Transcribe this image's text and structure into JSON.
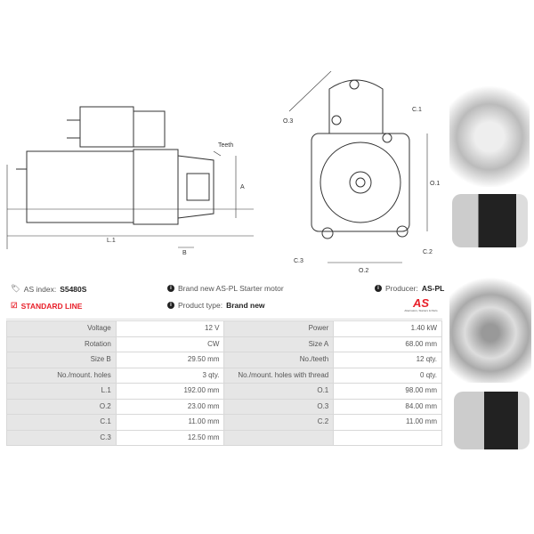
{
  "diagram_labels": {
    "l1": "L.1",
    "a": "A",
    "b": "B",
    "teeth": "Teeth",
    "o1": "O.1",
    "o2": "O.2",
    "o3": "O.3",
    "c1": "C.1",
    "c2": "C.2",
    "c3": "C.3"
  },
  "info": {
    "as_index_label": "AS index:",
    "as_index": "S5480S",
    "line": "STANDARD LINE",
    "description": "Brand new AS-PL Starter motor",
    "product_type_label": "Product type:",
    "product_type": "Brand new",
    "producer_label": "Producer:",
    "producer": "AS-PL",
    "logo_text": "AS",
    "logo_tagline": "Alternators, Starters & Parts"
  },
  "colors": {
    "accent": "#e8202a"
  },
  "specs": [
    [
      "Voltage",
      "12 V",
      "Power",
      "1.40 kW"
    ],
    [
      "Rotation",
      "CW",
      "Size A",
      "68.00 mm"
    ],
    [
      "Size B",
      "29.50 mm",
      "No./teeth",
      "12 qty."
    ],
    [
      "No./mount. holes",
      "3 qty.",
      "No./mount. holes with thread",
      "0 qty."
    ],
    [
      "L.1",
      "192.00 mm",
      "O.1",
      "98.00 mm"
    ],
    [
      "O.2",
      "23.00 mm",
      "O.3",
      "84.00 mm"
    ],
    [
      "C.1",
      "11.00 mm",
      "C.2",
      "11.00 mm"
    ],
    [
      "C.3",
      "12.50 mm",
      "",
      ""
    ]
  ]
}
